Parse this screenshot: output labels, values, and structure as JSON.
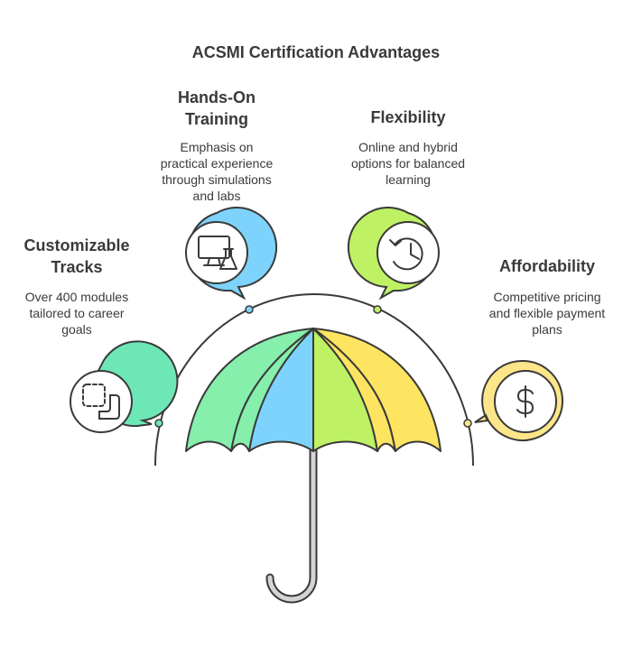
{
  "title": "ACSMI Certification Advantages",
  "items": [
    {
      "heading_lines": [
        "Customizable",
        "Tracks"
      ],
      "desc_lines": [
        "Over 400 modules",
        "tailored to career",
        "goals"
      ],
      "icon": "customize-icon",
      "color": "#6ee7b7"
    },
    {
      "heading_lines": [
        "Hands-On",
        "Training"
      ],
      "desc_lines": [
        "Emphasis on",
        "practical experience",
        "through simulations",
        "and labs"
      ],
      "icon": "computer-lab-icon",
      "color": "#7dd3fc"
    },
    {
      "heading_lines": [
        "Flexibility"
      ],
      "desc_lines": [
        "Online and hybrid",
        "options for balanced",
        "learning"
      ],
      "icon": "clock-history-icon",
      "color": "#bef264"
    },
    {
      "heading_lines": [
        "Affordability"
      ],
      "desc_lines": [
        "Competitive pricing",
        "and flexible payment",
        "plans"
      ],
      "icon": "dollar-icon",
      "color": "#fde68a"
    }
  ],
  "umbrella_colors": [
    "#86efac",
    "#7dd3fc",
    "#bef264",
    "#fde047"
  ]
}
